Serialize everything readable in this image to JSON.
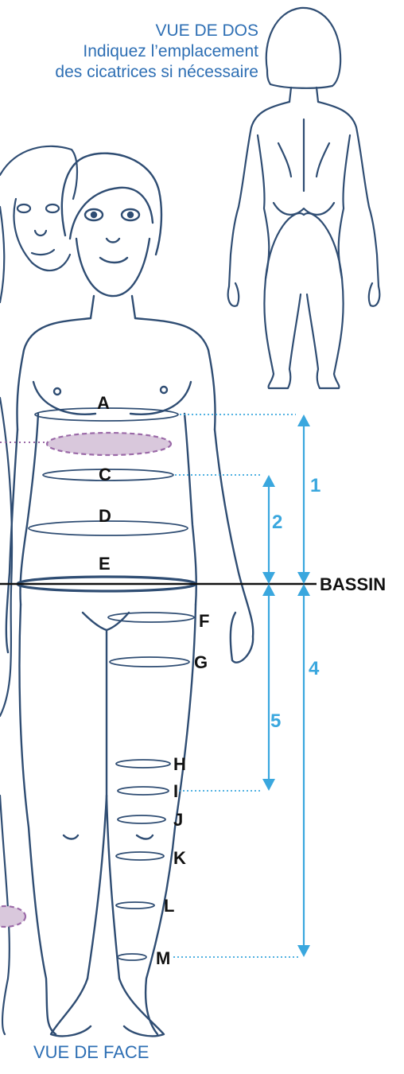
{
  "back_view": {
    "title": "VUE DE DOS",
    "line1": "Indiquez l’emplacement",
    "line2": "des cicatrices si nécessaire"
  },
  "front_view": {
    "caption": "VUE DE FACE"
  },
  "pelvis_label": "BASSIN",
  "circumference_labels": [
    "A",
    "C",
    "D",
    "E",
    "F",
    "G",
    "H",
    "I",
    "J",
    "K",
    "L",
    "M"
  ],
  "length_labels": [
    "1",
    "2",
    "4",
    "5"
  ],
  "colors": {
    "outline": "#2f4d73",
    "measure_blue": "#3aa7de",
    "label_blue": "#2e6fb4",
    "scar_fill": "#d9c8dc",
    "scar_stroke": "#9b6aa8",
    "black": "#111111"
  }
}
